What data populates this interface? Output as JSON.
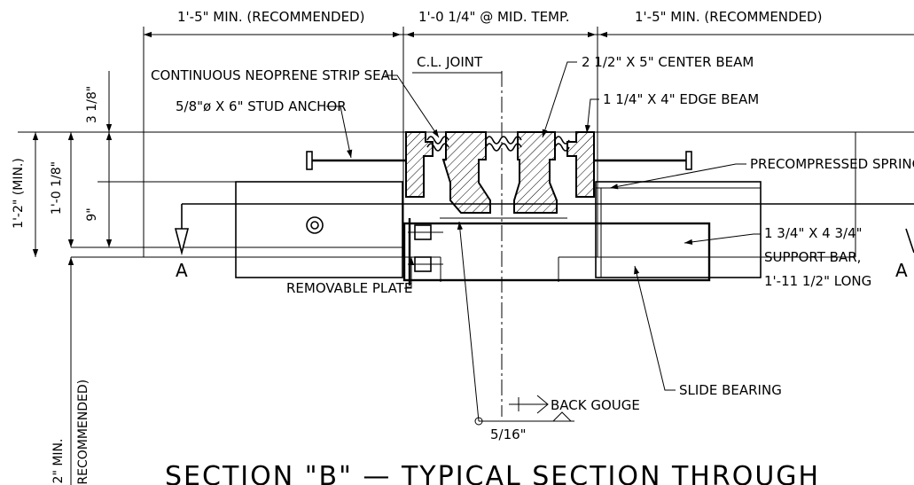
{
  "dimensions": {
    "top_left": "1'-5\" MIN. (RECOMMENDED)",
    "top_mid": "1'-0 1/4\" @ MID. TEMP.",
    "top_right": "1'-5\" MIN. (RECOMMENDED)",
    "left_3_1_8": "3 1/8\"",
    "left_1_2_min": "1'-2\" (MIN.)",
    "left_1_0_1_8": "1'-0 1/8\"",
    "left_9": "9\"",
    "bottom_2_min": "2\" MIN.",
    "bottom_recommended": "(RECOMMENDED)"
  },
  "callouts": {
    "cl_joint": "C.L. JOINT",
    "strip_seal": "CONTINUOUS NEOPRENE STRIP SEAL",
    "stud_anchor": "5/8\"ø X 6\" STUD ANCHOR",
    "center_beam": "2 1/2\" X 5\" CENTER BEAM",
    "edge_beam": "1 1/4\" X 4\" EDGE BEAM",
    "spring": "PRECOMPRESSED SPRING",
    "support_bar_1": "1 3/4\" X 4 3/4\"",
    "support_bar_2": "SUPPORT BAR,",
    "support_bar_3": "1'-11 1/2\" LONG",
    "removable_plate": "REMOVABLE PLATE",
    "slide_bearing": "SLIDE BEARING",
    "back_gouge": "BACK GOUGE",
    "weld_size": "5/16\""
  },
  "section_marks": {
    "left": "A",
    "right": "A"
  },
  "title": {
    "line1": "SECTION \"B\" — TYPICAL SECTION THROUGH"
  }
}
